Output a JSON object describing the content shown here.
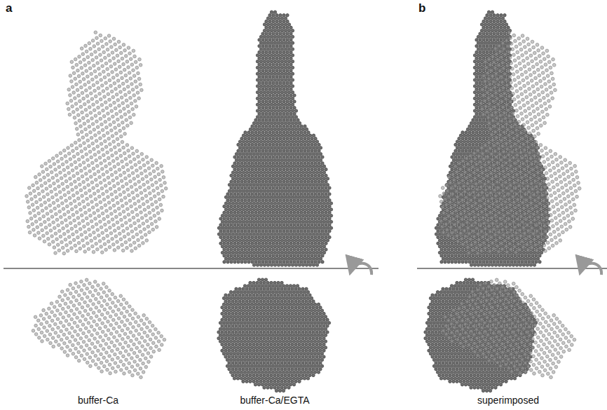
{
  "diagram": {
    "labels": [
      "a",
      "b",
      "buffer-Ca",
      "buffer-Ca/EGTA",
      "superimposed"
    ]
  }
}
